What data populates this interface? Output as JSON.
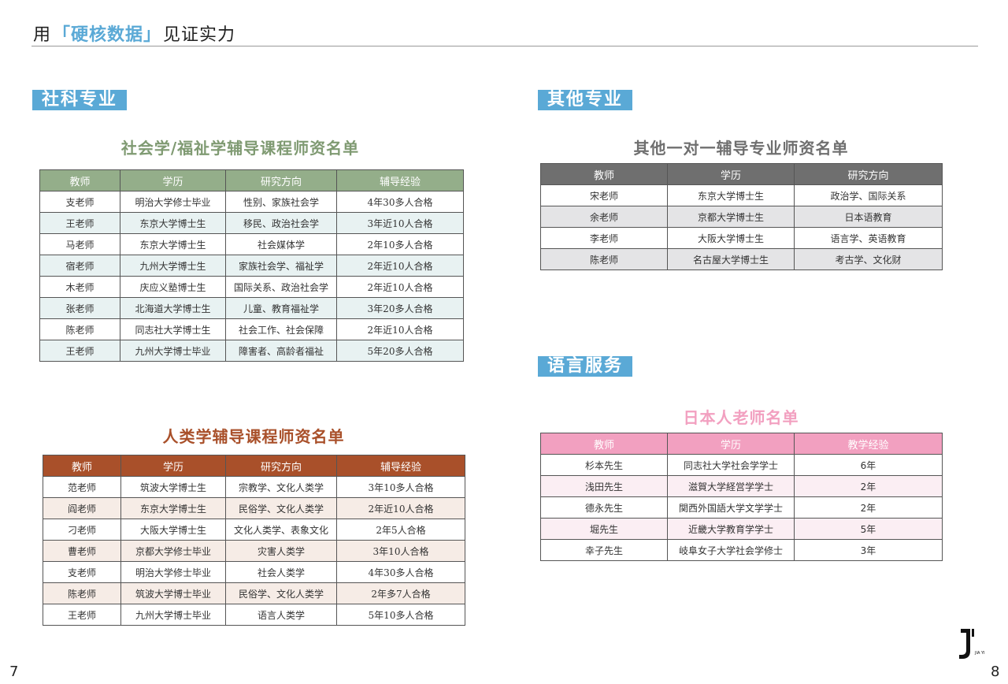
{
  "header": {
    "title_prefix": "用",
    "title_highlight": "「硬核数据」",
    "title_suffix": "见证实力"
  },
  "sections": {
    "social": "社科专业",
    "other": "其他专业",
    "language": "语言服务"
  },
  "sociology_table": {
    "title": "社会学/福祉学辅导课程师资名单",
    "headers": [
      "教师",
      "学历",
      "研究方向",
      "辅导经验"
    ],
    "rows": [
      [
        "支老师",
        "明治大学修士毕业",
        "性别、家族社会学",
        "4年30多人合格"
      ],
      [
        "王老师",
        "东京大学博士生",
        "移民、政治社会学",
        "3年近10人合格"
      ],
      [
        "马老师",
        "东京大学博士生",
        "社会媒体学",
        "2年10多人合格"
      ],
      [
        "宿老师",
        "九州大学博士生",
        "家族社会学、福祉学",
        "2年近10人合格"
      ],
      [
        "木老师",
        "庆应义塾博士生",
        "国际关系、政治社会学",
        "2年近10人合格"
      ],
      [
        "张老师",
        "北海道大学博士生",
        "儿童、教育福祉学",
        "3年20多人合格"
      ],
      [
        "陈老师",
        "同志社大学博士生",
        "社会工作、社会保障",
        "2年近10人合格"
      ],
      [
        "王老师",
        "九州大学博士毕业",
        "障害者、高龄者福祉",
        "5年20多人合格"
      ]
    ]
  },
  "anthropology_table": {
    "title": "人类学辅导课程师资名单",
    "headers": [
      "教师",
      "学历",
      "研究方向",
      "辅导经验"
    ],
    "rows": [
      [
        "范老师",
        "筑波大学博士生",
        "宗教学、文化人类学",
        "3年10多人合格"
      ],
      [
        "阎老师",
        "东京大学博士生",
        "民俗学、文化人类学",
        "2年近10人合格"
      ],
      [
        "刁老师",
        "大阪大学博士生",
        "文化人类学、表象文化",
        "2年5人合格"
      ],
      [
        "曹老师",
        "京都大学修士毕业",
        "灾害人类学",
        "3年10人合格"
      ],
      [
        "支老师",
        "明治大学修士毕业",
        "社会人类学",
        "4年30多人合格"
      ],
      [
        "陈老师",
        "筑波大学博士毕业",
        "民俗学、文化人类学",
        "2年多7人合格"
      ],
      [
        "王老师",
        "九州大学博士毕业",
        "语言人类学",
        "5年10多人合格"
      ]
    ]
  },
  "other_table": {
    "title": "其他一对一辅导专业师资名单",
    "headers": [
      "教师",
      "学历",
      "研究方向"
    ],
    "rows": [
      [
        "宋老师",
        "东京大学博士生",
        "政治学、国际关系"
      ],
      [
        "余老师",
        "京都大学博士生",
        "日本语教育"
      ],
      [
        "李老师",
        "大阪大学博士生",
        "语言学、英语教育"
      ],
      [
        "陈老师",
        "名古屋大学博士生",
        "考古学、文化财"
      ]
    ]
  },
  "japanese_table": {
    "title": "日本人老师名单",
    "headers": [
      "教师",
      "学历",
      "教学经验"
    ],
    "rows": [
      [
        "杉本先生",
        "同志社大学社会学学士",
        "6年"
      ],
      [
        "浅田先生",
        "滋賀大学経営学学士",
        "2年"
      ],
      [
        "德永先生",
        "関西外国語大学文学学士",
        "2年"
      ],
      [
        "堀先生",
        "近畿大学教育学学士",
        "5年"
      ],
      [
        "幸子先生",
        "岐阜女子大学社会学修士",
        "3年"
      ]
    ]
  },
  "footer": {
    "page_left": "7",
    "page_right": "8",
    "logo_text": "JIA YI"
  },
  "colors": {
    "accent": "#5aa9d6",
    "sociology_header": "#94ae8a",
    "sociology_title": "#7f9a72",
    "anthropology_header": "#a9502a",
    "other_header": "#6f6f6f",
    "japanese_header": "#f2a0c0"
  }
}
